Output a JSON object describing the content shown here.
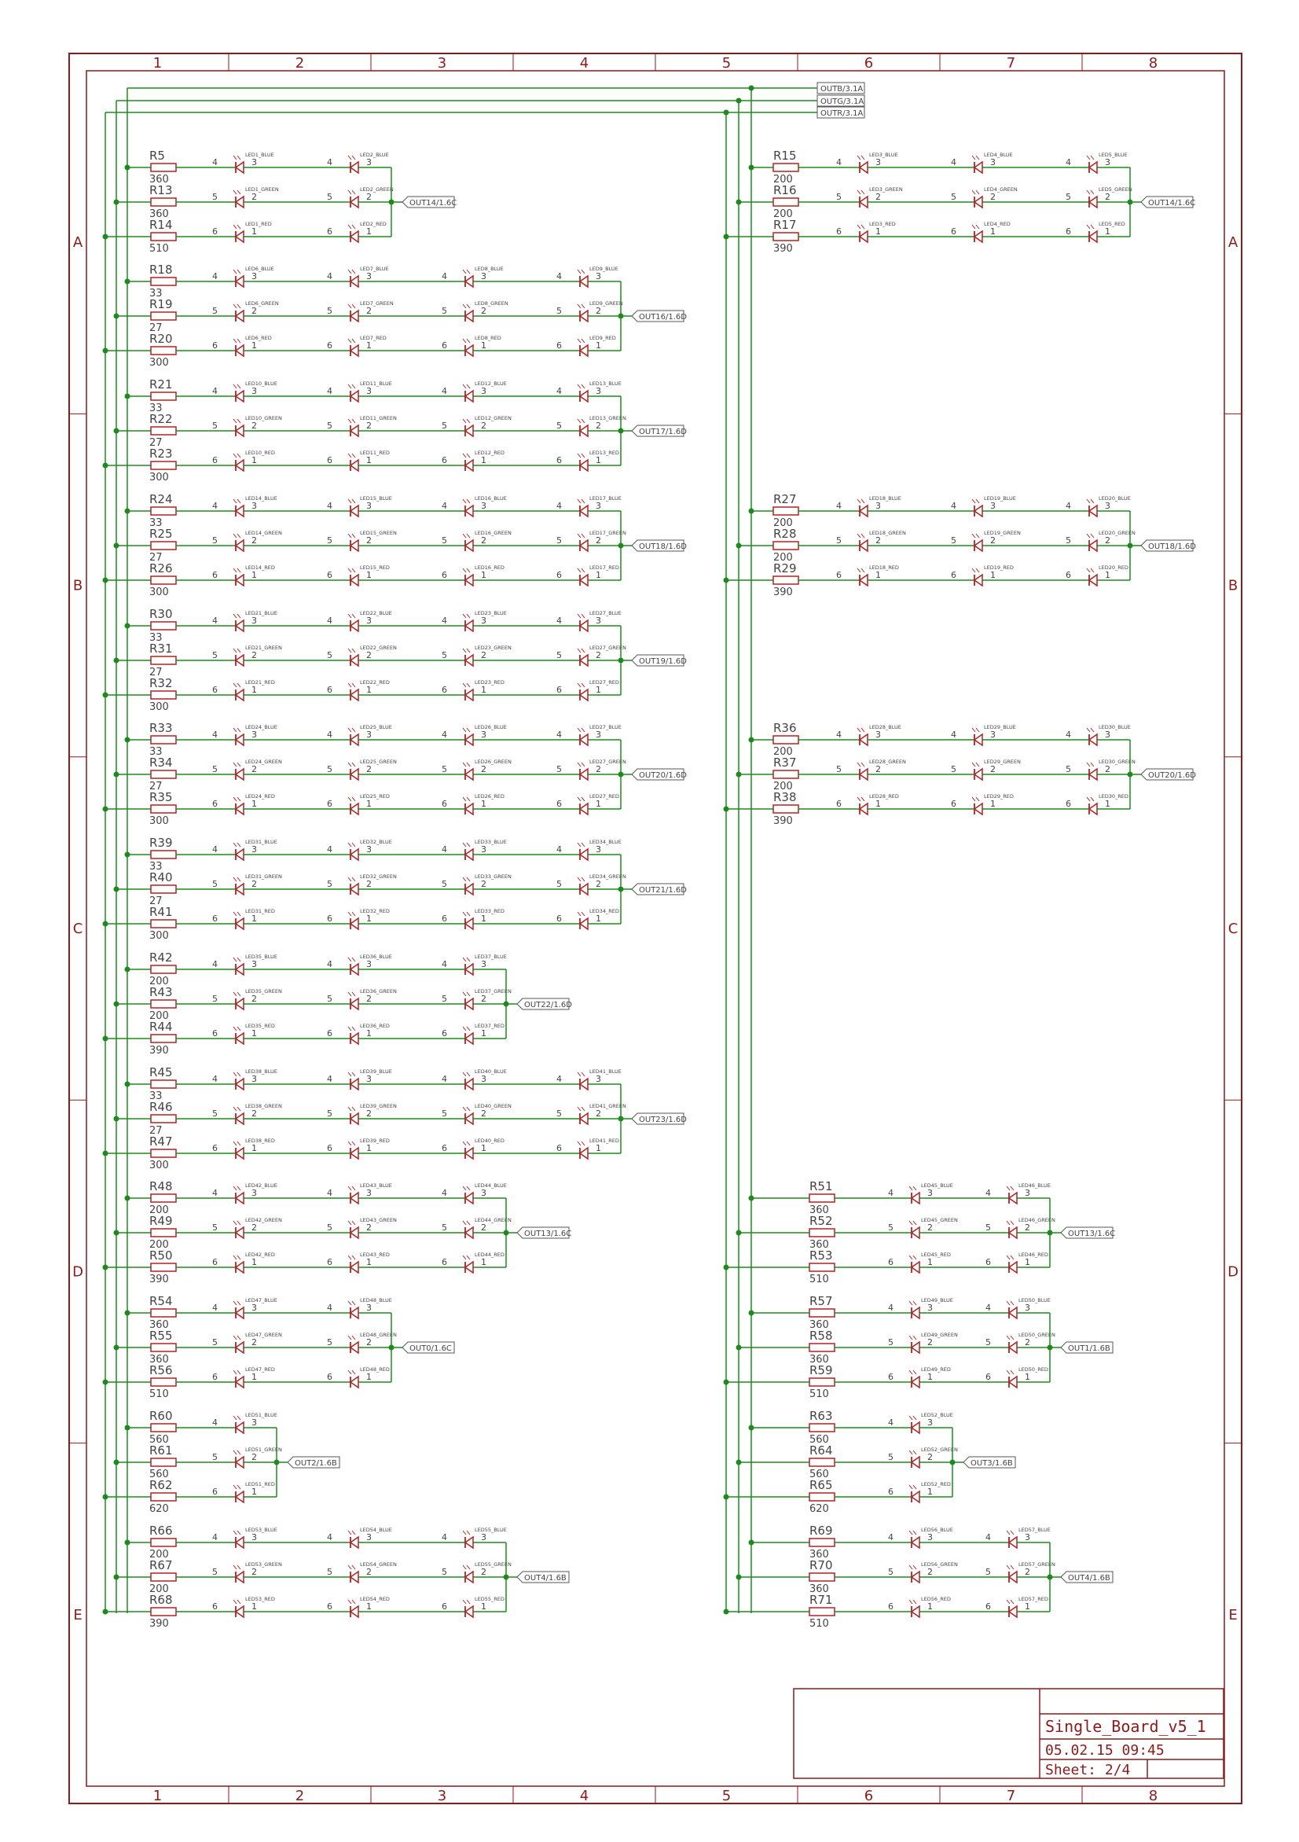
{
  "sheet": {
    "columns": [
      "1",
      "2",
      "3",
      "4",
      "5",
      "6",
      "7",
      "8"
    ],
    "rows": [
      "A",
      "B",
      "C",
      "D",
      "E"
    ],
    "colors": {
      "frame": "#8b1a1a",
      "wire": "#1e8a1e",
      "part": "#b22222",
      "label": "#444444"
    }
  },
  "supply_rails": [
    "OUTB/3.1A",
    "OUTG/3.1A",
    "OUTR/3.1A"
  ],
  "title_block": {
    "name": "Single_Board_v5_1",
    "date": "05.02.15 09:45",
    "sheet": "Sheet: 2/4"
  },
  "groups": [
    {
      "col": "L",
      "res": [
        [
          "R5",
          "360"
        ],
        [
          "R13",
          "360"
        ],
        [
          "R14",
          "510"
        ]
      ],
      "leds": [
        "LED1",
        "LED2"
      ],
      "out": "OUT14/1.6C"
    },
    {
      "col": "L",
      "res": [
        [
          "R18",
          "33"
        ],
        [
          "R19",
          "27"
        ],
        [
          "R20",
          "300"
        ]
      ],
      "leds": [
        "LED6",
        "LED7",
        "LED8",
        "LED9"
      ],
      "out": "OUT16/1.6D"
    },
    {
      "col": "L",
      "res": [
        [
          "R21",
          "33"
        ],
        [
          "R22",
          "27"
        ],
        [
          "R23",
          "300"
        ]
      ],
      "leds": [
        "LED10",
        "LED11",
        "LED12",
        "LED13"
      ],
      "out": "OUT17/1.6D"
    },
    {
      "col": "L",
      "res": [
        [
          "R24",
          "33"
        ],
        [
          "R25",
          "27"
        ],
        [
          "R26",
          "300"
        ]
      ],
      "leds": [
        "LED14",
        "LED15",
        "LED16",
        "LED17"
      ],
      "out": "OUT18/1.6D"
    },
    {
      "col": "L",
      "res": [
        [
          "R30",
          "33"
        ],
        [
          "R31",
          "27"
        ],
        [
          "R32",
          "300"
        ]
      ],
      "leds": [
        "LED21",
        "LED22",
        "LED23",
        "LED27"
      ],
      "out": "OUT19/1.6D"
    },
    {
      "col": "L",
      "res": [
        [
          "R33",
          "33"
        ],
        [
          "R34",
          "27"
        ],
        [
          "R35",
          "300"
        ]
      ],
      "leds": [
        "LED24",
        "LED25",
        "LED26",
        "LED27"
      ],
      "out": "OUT20/1.6D"
    },
    {
      "col": "L",
      "res": [
        [
          "R39",
          "33"
        ],
        [
          "R40",
          "27"
        ],
        [
          "R41",
          "300"
        ]
      ],
      "leds": [
        "LED31",
        "LED32",
        "LED33",
        "LED34"
      ],
      "out": "OUT21/1.6D"
    },
    {
      "col": "L",
      "res": [
        [
          "R42",
          "200"
        ],
        [
          "R43",
          "200"
        ],
        [
          "R44",
          "390"
        ]
      ],
      "leds": [
        "LED35",
        "LED36",
        "LED37"
      ],
      "out": "OUT22/1.6D"
    },
    {
      "col": "L",
      "res": [
        [
          "R45",
          "33"
        ],
        [
          "R46",
          "27"
        ],
        [
          "R47",
          "300"
        ]
      ],
      "leds": [
        "LED38",
        "LED39",
        "LED40",
        "LED41"
      ],
      "out": "OUT23/1.6D"
    },
    {
      "col": "L",
      "res": [
        [
          "R48",
          "200"
        ],
        [
          "R49",
          "200"
        ],
        [
          "R50",
          "390"
        ]
      ],
      "leds": [
        "LED42",
        "LED43",
        "LED44"
      ],
      "out": "OUT13/1.6C"
    },
    {
      "col": "L",
      "res": [
        [
          "R54",
          "360"
        ],
        [
          "R55",
          "360"
        ],
        [
          "R56",
          "510"
        ]
      ],
      "leds": [
        "LED47",
        "LED48"
      ],
      "out": "OUT0/1.6C"
    },
    {
      "col": "L",
      "res": [
        [
          "R60",
          "560"
        ],
        [
          "R61",
          "560"
        ],
        [
          "R62",
          "620"
        ]
      ],
      "leds": [
        "LED51"
      ],
      "out": "OUT2/1.6B"
    },
    {
      "col": "L",
      "res": [
        [
          "R66",
          "200"
        ],
        [
          "R67",
          "200"
        ],
        [
          "R68",
          "390"
        ]
      ],
      "leds": [
        "LED53",
        "LED54",
        "LED55"
      ],
      "out": "OUT4/1.6B"
    },
    {
      "col": "R",
      "res": [
        [
          "R15",
          "200"
        ],
        [
          "R16",
          "200"
        ],
        [
          "R17",
          "390"
        ]
      ],
      "leds": [
        "LED3",
        "LED4",
        "LED5"
      ],
      "out": "OUT14/1.6C"
    },
    {
      "col": "R",
      "res": [
        [
          "R27",
          "200"
        ],
        [
          "R28",
          "200"
        ],
        [
          "R29",
          "390"
        ]
      ],
      "leds": [
        "LED18",
        "LED19",
        "LED20"
      ],
      "out": "OUT18/1.6D"
    },
    {
      "col": "R",
      "res": [
        [
          "R36",
          "200"
        ],
        [
          "R37",
          "200"
        ],
        [
          "R38",
          "390"
        ]
      ],
      "leds": [
        "LED28",
        "LED29",
        "LED30"
      ],
      "out": "OUT20/1.6D"
    },
    {
      "col": "R",
      "res": [
        [
          "R51",
          "360"
        ],
        [
          "R52",
          "360"
        ],
        [
          "R53",
          "510"
        ]
      ],
      "leds": [
        "LED45",
        "LED46"
      ],
      "out": "OUT13/1.6C"
    },
    {
      "col": "R",
      "res": [
        [
          "R57",
          "360"
        ],
        [
          "R58",
          "360"
        ],
        [
          "R59",
          "510"
        ]
      ],
      "leds": [
        "LED49",
        "LED50"
      ],
      "out": "OUT1/1.6B"
    },
    {
      "col": "R",
      "res": [
        [
          "R63",
          "560"
        ],
        [
          "R64",
          "560"
        ],
        [
          "R65",
          "620"
        ]
      ],
      "leds": [
        "LED52"
      ],
      "out": "OUT3/1.6B"
    },
    {
      "col": "R",
      "res": [
        [
          "R69",
          "360"
        ],
        [
          "R70",
          "360"
        ],
        [
          "R71",
          "510"
        ]
      ],
      "leds": [
        "LED56",
        "LED57"
      ],
      "out": "OUT4/1.6B"
    }
  ],
  "led_suffixes": [
    "_BLUE",
    "_GREEN",
    "_RED"
  ],
  "pin_numbers": {
    "left": [
      "4",
      "5",
      "6"
    ],
    "right": [
      "3",
      "2",
      "1"
    ]
  }
}
